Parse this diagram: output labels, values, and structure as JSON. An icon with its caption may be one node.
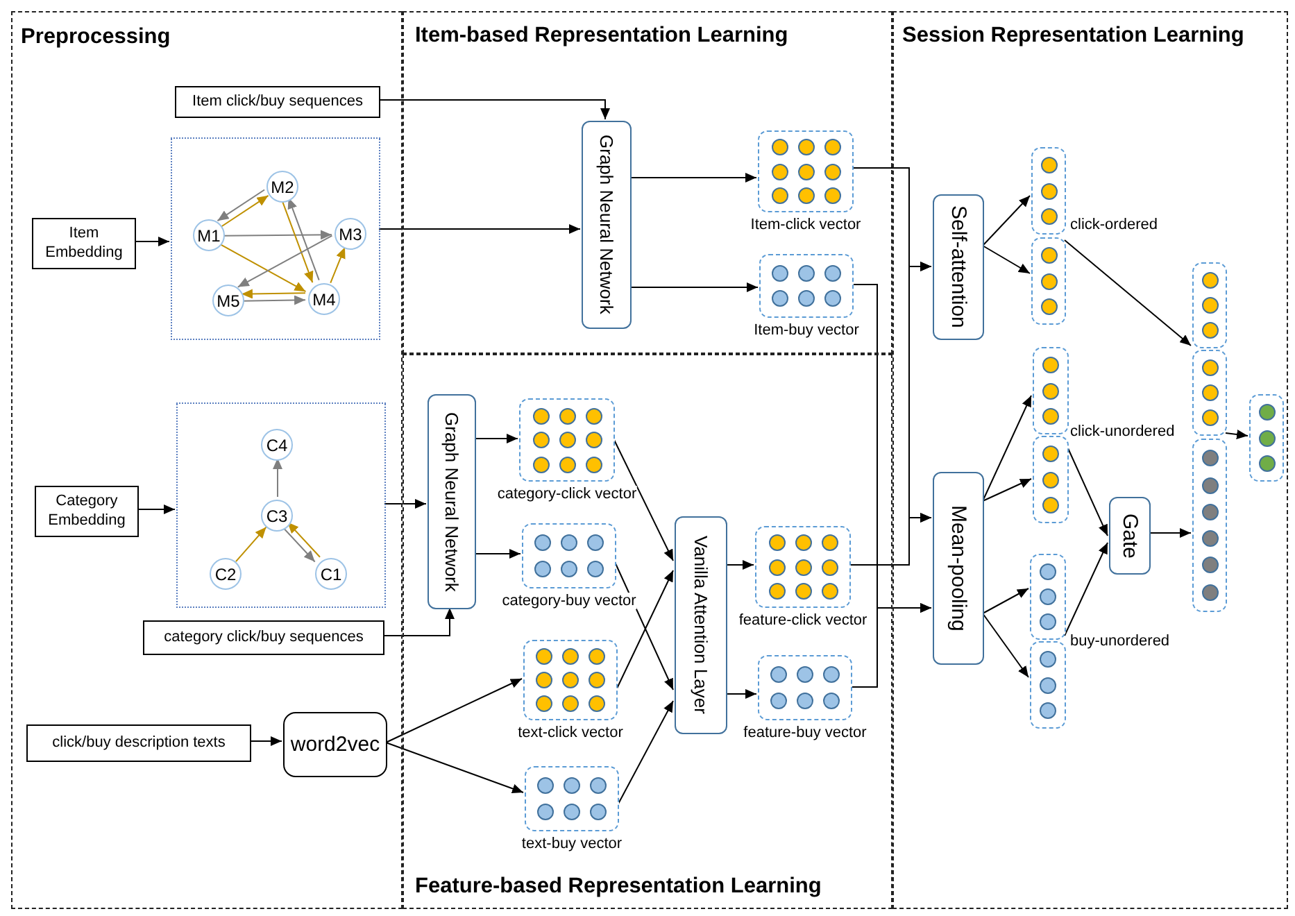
{
  "diagram": {
    "nodes": [
      {
        "text": [
          "Preprocessing"
        ]
      },
      {
        "text": [
          "Item-based Representation Learning"
        ]
      },
      {
        "text": [
          "Feature-based Representation Learning"
        ]
      },
      {
        "text": [
          "Session Representation Learning"
        ]
      },
      {
        "text": [
          "Item click/buy sequences"
        ],
        "in": 0
      },
      {
        "text": [
          "Item Embedding"
        ],
        "in": 0
      },
      {
        "text": [],
        "shape": "box",
        "in": 0
      },
      {
        "text": [
          "M1"
        ],
        "in": 6
      },
      {
        "text": [
          "M2"
        ],
        "in": 6
      },
      {
        "text": [
          "M3"
        ],
        "in": 6
      },
      {
        "text": [
          "M4"
        ],
        "in": 6
      },
      {
        "text": [
          "M5"
        ],
        "in": 6
      },
      {
        "text": [
          "Category Embedding"
        ],
        "in": 0
      },
      {
        "text": [],
        "shape": "box",
        "in": 0
      },
      {
        "text": [
          "C4"
        ],
        "in": 13
      },
      {
        "text": [
          "C3"
        ],
        "in": 13
      },
      {
        "text": [
          "C2"
        ],
        "in": 13
      },
      {
        "text": [
          "C1"
        ],
        "in": 13
      },
      {
        "text": [
          "category click/buy sequences"
        ],
        "in": 0
      },
      {
        "text": [
          "click/buy description texts"
        ],
        "in": 0
      },
      {
        "text": [
          "word2vec"
        ],
        "in": 0
      },
      {
        "text": [
          "Graph Neural Network"
        ],
        "in": 1
      },
      {
        "text": [
          "Item-click vector"
        ],
        "in": 1
      },
      {
        "text": [
          "Item-buy vector"
        ],
        "in": 1
      },
      {
        "text": [
          "Graph Neural Network"
        ],
        "in": 2
      },
      {
        "text": [
          "category-click vector"
        ],
        "in": 2
      },
      {
        "text": [
          "category-buy vector"
        ],
        "in": 2
      },
      {
        "text": [
          "text-click vector"
        ],
        "in": 2
      },
      {
        "text": [
          "text-buy vector"
        ],
        "in": 2
      },
      {
        "text": [
          "Vanilla Attention Layer"
        ],
        "in": 2
      },
      {
        "text": [
          "feature-click vector"
        ],
        "in": 2
      },
      {
        "text": [
          "feature-buy vector"
        ],
        "in": 2
      },
      {
        "text": [
          "Self-attention"
        ],
        "in": 3
      },
      {
        "text": [],
        "shape": "box",
        "beside": [
          "click-ordered"
        ],
        "in": 3
      },
      {
        "text": [],
        "shape": "box",
        "in": 3
      },
      {
        "text": [
          "Mean-pooling"
        ],
        "in": 3
      },
      {
        "text": [],
        "shape": "box",
        "beside": [
          "click-unordered"
        ],
        "in": 3
      },
      {
        "text": [],
        "shape": "box",
        "in": 3
      },
      {
        "text": [],
        "shape": "box",
        "beside": [
          "buy-unordered"
        ],
        "in": 3
      },
      {
        "text": [],
        "shape": "box",
        "in": 3
      },
      {
        "text": [
          "Gate"
        ],
        "in": 3
      },
      {
        "text": [],
        "shape": "box",
        "in": 3
      },
      {
        "text": [],
        "shape": "box",
        "in": 3
      },
      {
        "text": [],
        "shape": "box",
        "in": 3
      },
      {
        "text": [],
        "shape": "box",
        "in": 3
      }
    ],
    "edges": [
      {
        "from": 5,
        "to": 6,
        "arrow": "to"
      },
      {
        "from": 4,
        "to": 21,
        "arrow": "to"
      },
      {
        "from": 6,
        "to": 21,
        "arrow": "to"
      },
      {
        "from": 21,
        "to": 22,
        "arrow": "to"
      },
      {
        "from": 21,
        "to": 23,
        "arrow": "to"
      },
      {
        "from": 7,
        "to": 8,
        "arrow": "to",
        "color": "#bf9000"
      },
      {
        "from": 8,
        "to": 7,
        "arrow": "to",
        "color": "#7f7f7f"
      },
      {
        "from": 7,
        "to": 9,
        "arrow": "to",
        "color": "#7f7f7f"
      },
      {
        "from": 7,
        "to": 10,
        "arrow": "to",
        "color": "#bf9000"
      },
      {
        "from": 8,
        "to": 10,
        "arrow": "to",
        "color": "#bf9000"
      },
      {
        "from": 10,
        "to": 8,
        "arrow": "to",
        "color": "#7f7f7f"
      },
      {
        "from": 9,
        "to": 11,
        "arrow": "to",
        "color": "#7f7f7f"
      },
      {
        "from": 10,
        "to": 11,
        "arrow": "to",
        "color": "#bf9000"
      },
      {
        "from": 11,
        "to": 10,
        "arrow": "to",
        "color": "#7f7f7f"
      },
      {
        "from": 10,
        "to": 9,
        "arrow": "to",
        "color": "#bf9000"
      },
      {
        "from": 12,
        "to": 13,
        "arrow": "to"
      },
      {
        "from": 15,
        "to": 14,
        "arrow": "to",
        "color": "#7f7f7f"
      },
      {
        "from": 16,
        "to": 15,
        "arrow": "to",
        "color": "#bf9000"
      },
      {
        "from": 17,
        "to": 15,
        "arrow": "to",
        "color": "#bf9000"
      },
      {
        "from": 15,
        "to": 17,
        "arrow": "to",
        "color": "#7f7f7f"
      },
      {
        "from": 13,
        "to": 24,
        "arrow": "to"
      },
      {
        "from": 18,
        "to": 24,
        "arrow": "to"
      },
      {
        "from": 19,
        "to": 20,
        "arrow": "to"
      },
      {
        "from": 20,
        "to": 27,
        "arrow": "to"
      },
      {
        "from": 20,
        "to": 28,
        "arrow": "to"
      },
      {
        "from": 24,
        "to": 25,
        "arrow": "to"
      },
      {
        "from": 24,
        "to": 26,
        "arrow": "to"
      },
      {
        "from": 25,
        "to": 29,
        "arrow": "to"
      },
      {
        "from": 26,
        "to": 29,
        "arrow": "to"
      },
      {
        "from": 27,
        "to": 29,
        "arrow": "to"
      },
      {
        "from": 28,
        "to": 29,
        "arrow": "to"
      },
      {
        "from": 29,
        "to": 30,
        "arrow": "to"
      },
      {
        "from": 29,
        "to": 31,
        "arrow": "to"
      },
      {
        "from": 22,
        "to": 32,
        "arrow": "to"
      },
      {
        "from": 22,
        "to": 35,
        "arrow": "to"
      },
      {
        "from": 30,
        "to": 32,
        "arrow": "to"
      },
      {
        "from": 30,
        "to": 35,
        "arrow": "to"
      },
      {
        "from": 23,
        "to": 35,
        "arrow": "to"
      },
      {
        "from": 31,
        "to": 35,
        "arrow": "to"
      },
      {
        "from": 32,
        "to": 33,
        "arrow": "to"
      },
      {
        "from": 32,
        "to": 34,
        "arrow": "to"
      },
      {
        "from": 35,
        "to": 36,
        "arrow": "to"
      },
      {
        "from": 35,
        "to": 37,
        "arrow": "to"
      },
      {
        "from": 35,
        "to": 38,
        "arrow": "to"
      },
      {
        "from": 35,
        "to": 39,
        "arrow": "to"
      },
      {
        "from": 34,
        "to": 41,
        "arrow": "to"
      },
      {
        "from": 37,
        "to": 40,
        "arrow": "to"
      },
      {
        "from": 38,
        "to": 40,
        "arrow": "to"
      },
      {
        "from": 40,
        "to": 43,
        "arrow": "to"
      },
      {
        "from": 42,
        "to": 44,
        "arrow": "to"
      }
    ]
  }
}
